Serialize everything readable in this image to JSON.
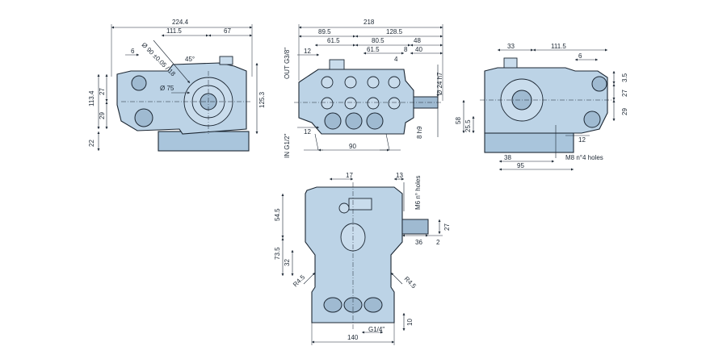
{
  "views": {
    "front": {
      "overall_width": "224.4",
      "width_left": "111.5",
      "width_right": "67",
      "left_offset": "6",
      "total_height": "113.4",
      "port_height_a": "27",
      "port_height_b": "29",
      "shaft_height": "125.3",
      "base_height": "22",
      "shaft_dia": "Ø 75",
      "bolt_circle": "Ø 90 ±0.05 / 18",
      "angle": "45°"
    },
    "top": {
      "overall_width": "218",
      "left_part": "89.5",
      "right_part": "128.5",
      "sub_a": "61.5",
      "sub_b": "80.5",
      "sub_c": "48",
      "sub_d": "61.5",
      "sub_e": "8",
      "sub_f": "40",
      "sub_g": "4",
      "left_offset": "12",
      "bottom_offset": "12",
      "mount_width": "90",
      "outlet": "OUT G3/8\"",
      "inlet": "IN G1/2\"",
      "shaft_dia": "Ø 24 h7",
      "key_width": "8 h9"
    },
    "side": {
      "top_width": "33",
      "right_width": "111.5",
      "right_offset": "6",
      "v_a": "3.5",
      "v_b": "27",
      "v_c": "29",
      "h_58": "58",
      "h_25_5": "25.5",
      "bottom_right": "12",
      "b_38": "38",
      "b_95": "95",
      "holes": "M8 n°4 holes"
    },
    "bottom": {
      "top_a": "17",
      "top_b": "13",
      "holes": "M6 n° holes",
      "h_54_5": "54.5",
      "h_73_5": "73.5",
      "h_32": "32",
      "radius_left": "R4.5",
      "radius_right": "R4.5",
      "shaft_width": "27",
      "shaft_len": "36",
      "shaft_off": "2",
      "v_10": "10",
      "port": "G1/4\"",
      "overall_width": "140"
    }
  }
}
